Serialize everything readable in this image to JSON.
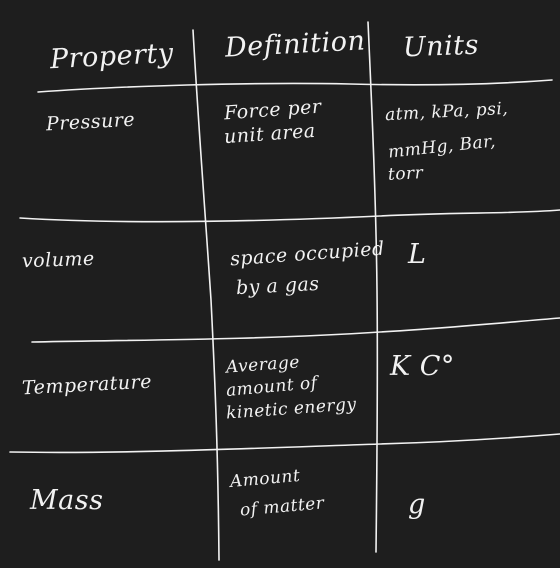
{
  "colors": {
    "background": "#1e1e1e",
    "ink": "#f2f2f2"
  },
  "table": {
    "headers": [
      "Property",
      "Definition",
      "Units"
    ],
    "rows": [
      {
        "property": "Pressure",
        "definition": [
          "Force per",
          "unit area"
        ],
        "units": [
          "atm, kPa, psi,",
          "mmHg, Bar,",
          "torr"
        ]
      },
      {
        "property": "volume",
        "definition": [
          "space occupied",
          "by a gas"
        ],
        "units": [
          "L"
        ]
      },
      {
        "property": "Temperature",
        "definition": [
          "Average",
          "amount of",
          "kinetic energy"
        ],
        "units": [
          "K   C°"
        ]
      },
      {
        "property": "Mass",
        "definition": [
          "Amount",
          "of matter"
        ],
        "units": [
          "g"
        ]
      }
    ]
  }
}
